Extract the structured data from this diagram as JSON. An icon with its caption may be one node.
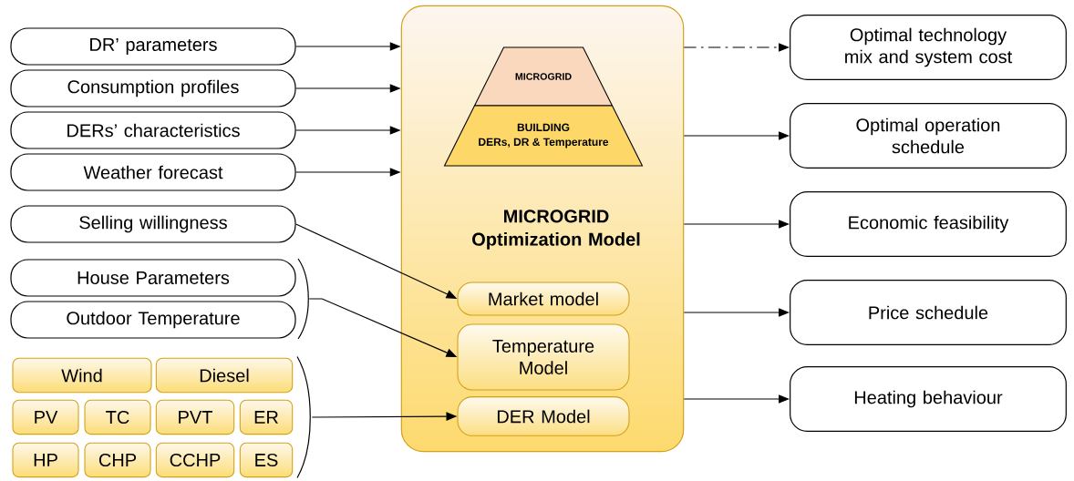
{
  "diagram": {
    "nodes": [
      {
        "text": [
          "DR’ parameters"
        ]
      },
      {
        "text": [
          "Consumption profiles"
        ]
      },
      {
        "text": [
          "DERs’ characteristics"
        ]
      },
      {
        "text": [
          "Weather forecast"
        ]
      },
      {
        "text": [
          "Selling willingness"
        ]
      },
      {
        "text": [
          "House Parameters"
        ]
      },
      {
        "text": [
          "Outdoor Temperature"
        ]
      },
      {
        "text": [
          "Wind"
        ]
      },
      {
        "text": [
          "Diesel"
        ]
      },
      {
        "text": [
          "PV"
        ]
      },
      {
        "text": [
          "TC"
        ]
      },
      {
        "text": [
          "PVT"
        ]
      },
      {
        "text": [
          "ER"
        ]
      },
      {
        "text": [
          "HP"
        ]
      },
      {
        "text": [
          "CHP"
        ]
      },
      {
        "text": [
          "CCHP"
        ]
      },
      {
        "text": [
          "ES"
        ]
      },
      {
        "text": [
          "MICROGRID Optimization Model"
        ]
      },
      {
        "text": [
          "MICROGRID"
        ],
        "in": 17
      },
      {
        "text": [
          "BUILDING",
          "DERs, DR & Temperature"
        ],
        "in": 17
      },
      {
        "text": [
          "Market model"
        ],
        "in": 17
      },
      {
        "text": [
          "Temperature Model"
        ],
        "in": 17
      },
      {
        "text": [
          "DER Model"
        ],
        "in": 17
      },
      {
        "text": [
          "Optimal technology mix and system cost"
        ]
      },
      {
        "text": [
          "Optimal operation schedule"
        ]
      },
      {
        "text": [
          "Economic feasibility"
        ]
      },
      {
        "text": [
          "Price schedule"
        ]
      },
      {
        "text": [
          "Heating behaviour"
        ]
      },
      {
        "text": [],
        "shape": "bracket"
      },
      {
        "text": [],
        "shape": "bracket"
      }
    ],
    "edges": [
      {
        "from": 0,
        "to": 17,
        "arrow": "to"
      },
      {
        "from": 1,
        "to": 17,
        "arrow": "to"
      },
      {
        "from": 2,
        "to": 17,
        "arrow": "to"
      },
      {
        "from": 3,
        "to": 17,
        "arrow": "to"
      },
      {
        "from": 4,
        "to": 20,
        "arrow": "to"
      },
      {
        "from": 28,
        "to": 21,
        "arrow": "to"
      },
      {
        "from": 29,
        "to": 22,
        "arrow": "to"
      },
      {
        "from": 17,
        "to": 23,
        "arrow": "to",
        "style": "dashed"
      },
      {
        "from": 17,
        "to": 24,
        "arrow": "to"
      },
      {
        "from": 17,
        "to": 25,
        "arrow": "to"
      },
      {
        "from": 17,
        "to": 26,
        "arrow": "to"
      },
      {
        "from": 17,
        "to": 27,
        "arrow": "to"
      }
    ]
  }
}
